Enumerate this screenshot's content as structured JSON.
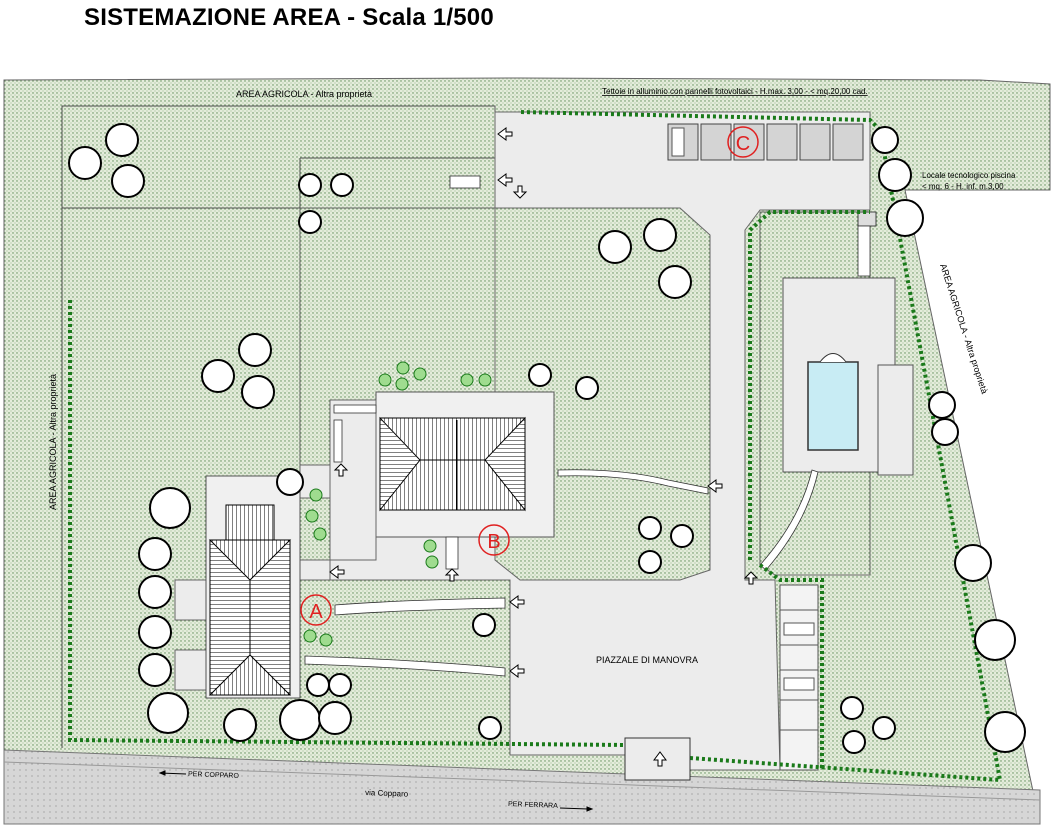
{
  "title": "SISTEMAZIONE AREA - Scala 1/500",
  "labels": {
    "north_area": "AREA AGRICOLA - Altra proprietà",
    "west_area": "AREA AGRICOLA - Altra proprietà",
    "east_area": "AREA AGRICOLA - Altra proprietà",
    "canopy_note": "Tettoie in alluminio con pannelli fotovoltaici - H.max. 3,00 - < mq.20,00 cad.",
    "tech_room_line1": "Locale tecnologico piscina",
    "tech_room_line2": "< mq. 6 - H. inf. m.3,00",
    "maneuver_area": "PIAZZALE DI MANOVRA",
    "road_name": "via Copparo",
    "road_dir_west": "PER COPPARO",
    "road_dir_east": "PER FERRARA"
  },
  "markers": [
    "A",
    "B",
    "C"
  ],
  "colors": {
    "lawn": "#e2ead9",
    "paving": "#e8e8e8",
    "hedge": "#1a7a1a",
    "marker": "#e02020",
    "water": "#c8ecf4",
    "road": "#d8d8d8"
  }
}
